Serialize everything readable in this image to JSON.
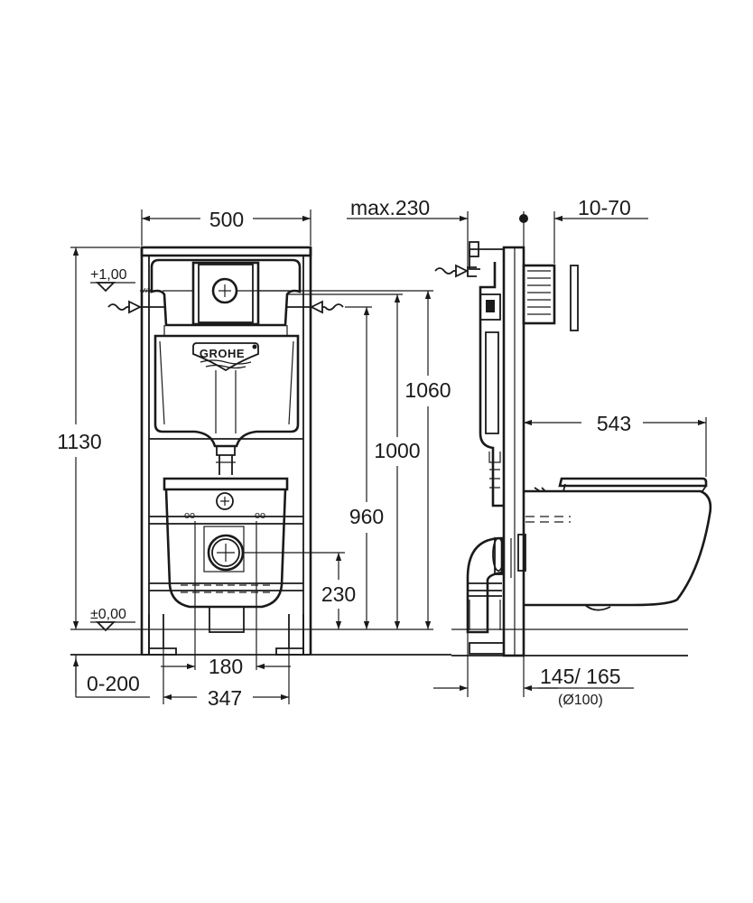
{
  "front_view": {
    "width_label": "500",
    "height_label": "1130",
    "level_top_label": "+1,00",
    "level_zero_label": "±0,00",
    "brand_logo": "GROHE",
    "dim_1060": "1060",
    "dim_1000": "1000",
    "dim_960": "960",
    "dim_230": "230",
    "dim_180": "180",
    "dim_0_200": "0-200",
    "dim_347": "347"
  },
  "side_view": {
    "dim_max230": "max.230",
    "dim_10_70": "10-70",
    "dim_543": "543",
    "dim_145_165": "145/ 165",
    "dim_d100": "(Ø100)"
  },
  "icons": {
    "water_inlet": "water-inlet-arrow-icon",
    "level_marker": "level-triangle-icon"
  }
}
